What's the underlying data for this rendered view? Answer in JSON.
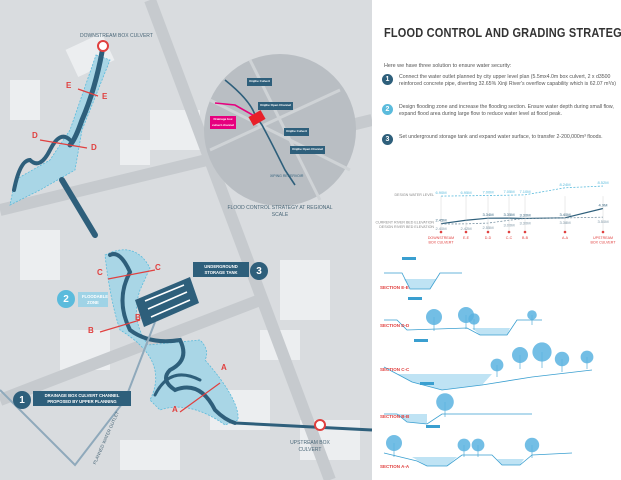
{
  "title": "FLOOD CONTROL AND GRADING STRATEGY",
  "intro": "Here we have three solution to ensure water security:",
  "solutions": [
    {
      "num": "1",
      "text": "Connect the water outlet planned by city upper level plan (5.5mx4.0m box culvert, 2 x d3500 reinforced concrete pipe, diverting 32.65% Xinji River's overflow capability which is 62.07 m³/s)"
    },
    {
      "num": "2",
      "text": "Design flooding zone and increase the flooding section. Ensure water depth during small flow, expand flood area during large flow to reduce water level at flood peak."
    },
    {
      "num": "3",
      "text": "Set underground storage tank and expand water surface, to transfer 2-200,000m³ floods."
    }
  ],
  "colors": {
    "dark": "#2e5f7b",
    "light": "#5bbbdc",
    "red": "#e0403f",
    "water": "#3a9fd0"
  },
  "map": {
    "downstream": "DOWNSTREAM BOX CULVERT",
    "upstream": "UPSTREAM BOX CULVERT",
    "inset_caption": "FLOOD CONTROL STRATEGY AT REGIONAL SCALE",
    "inset_labels": [
      "Xinjihe Culvert",
      "Xinjihe Open Channel",
      "Drainage box culvert channel",
      "Xinjihe Culvert",
      "Xinjihe Open Channel",
      "XIPING RESERVOIR"
    ],
    "storage_tank": "UNDERGROUND STORAGE TANK",
    "floodable_zone": "FLOODABLE ZONE",
    "drainage_channel": "DRAINAGE BOX CULVERT CHANNEL PROPOSED BY UPPER PLANNING",
    "planned_outlet": "PLANNED WATER OUTLET",
    "markers": [
      "1",
      "2",
      "3"
    ],
    "section_letters": [
      "E",
      "D",
      "C",
      "B",
      "A"
    ]
  },
  "chart_data": {
    "type": "line",
    "stations": [
      "DOWNSTREAM BOX CULVERT",
      "E-E",
      "D-D",
      "C-C",
      "B-B",
      "A-A",
      "UPSTREAM BOX CULVERT"
    ],
    "series": [
      {
        "name": "DESIGN WATER LEVEL",
        "values": [
          6.9,
          6.95,
          7.0,
          7.05,
          7.1,
          8.24,
          8.52
        ],
        "labels": [
          "6.90M",
          "6.95M",
          "7.00M",
          "7.05M",
          "7.10M",
          "8.24M",
          "8.52M"
        ]
      },
      {
        "name": "CURRENT RIVER BED ELEVATION",
        "values": [
          2.45,
          3.0,
          3.34,
          3.35,
          3.3,
          3.4,
          4.9
        ],
        "labels": [
          "2.45M",
          "",
          "3.34M",
          "3.35M",
          "3.30M",
          "3.40M",
          "4.9M"
        ]
      },
      {
        "name": "DESIGN RIVER BED ELEVATION",
        "values": [
          2.4,
          2.42,
          2.55,
          3.0,
          3.3,
          3.38,
          3.5
        ],
        "labels": [
          "2.40M",
          "2.42M",
          "2.55M",
          "3.00M",
          "3.30M",
          "3.38M",
          "3.50M"
        ]
      }
    ]
  },
  "sections": [
    "SECTION E-E",
    "SECTION D-D",
    "SECTION C-C",
    "SECTION B-B",
    "SECTION A-A"
  ]
}
